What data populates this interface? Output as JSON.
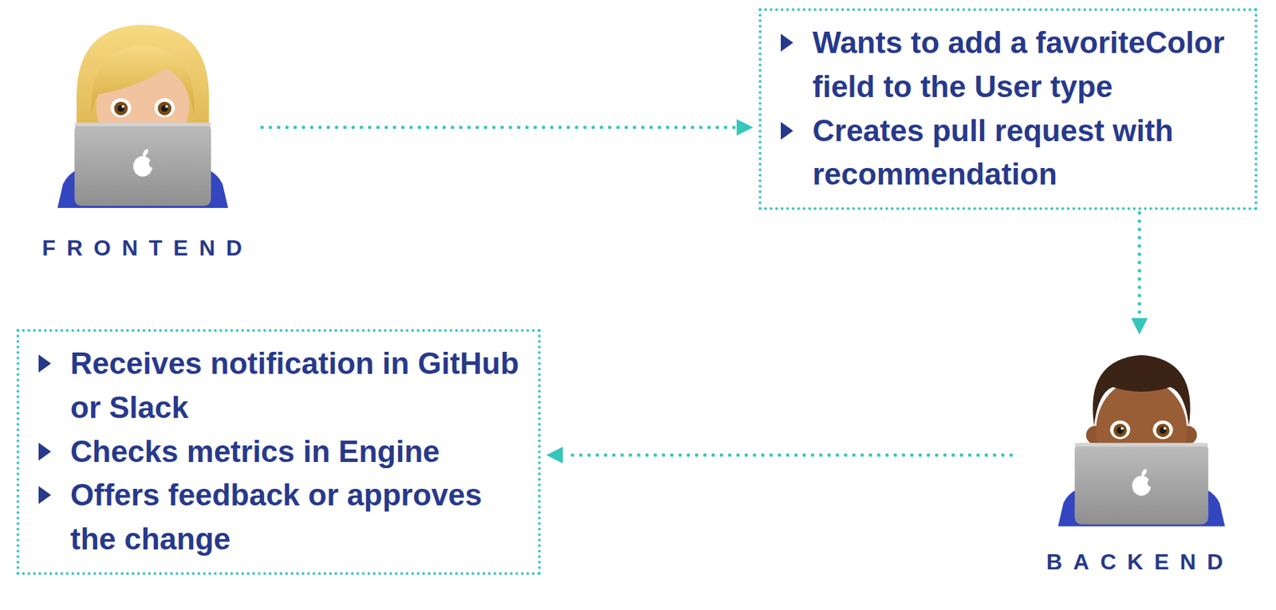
{
  "diagram": {
    "nodes": [
      {
        "text": [
          "FRONTEND"
        ]
      },
      {
        "text": [
          "Wants to add a favoriteColor field to the User type",
          "Creates pull request with recommendation"
        ]
      },
      {
        "text": [
          "Receives notification in GitHub or Slack",
          "Checks metrics in Engine",
          "Offers feedback or approves the change"
        ]
      },
      {
        "text": [
          "BACKEND"
        ]
      }
    ],
    "edges": [
      {
        "from": 0,
        "to": 1,
        "arrow": "to"
      },
      {
        "from": 1,
        "to": 3,
        "arrow": "to"
      },
      {
        "from": 3,
        "to": 2,
        "arrow": "to"
      }
    ]
  }
}
